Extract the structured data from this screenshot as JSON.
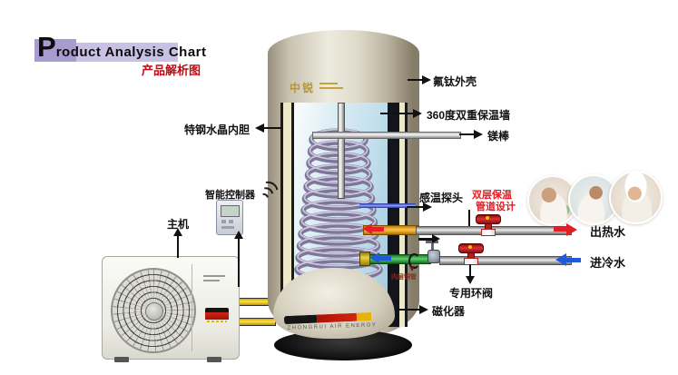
{
  "title": {
    "lead": "P",
    "rest": "roduct Analysis Chart",
    "subtitle": "产品解析图"
  },
  "tank": {
    "brand": "中锐",
    "base_caption": "ZHONGRUI AIR ENERGY"
  },
  "labels": {
    "shell": "氟钛外壳",
    "insulation_wall": "360度双重保温墙",
    "magnesium_rod": "镁棒",
    "inner_tank": "特钢水晶内胆",
    "smart_controller": "智能控制器",
    "main_unit": "主机",
    "temp_probe": "感温探头",
    "pipe_design_line1": "双层保温",
    "pipe_design_line2": "管道设计",
    "hot_water_out": "出热水",
    "cold_water_in": "进冷水",
    "loop_valve": "专用环阀",
    "magnetizer": "磁化器",
    "inner_pipe_note": "内层铜管"
  },
  "colors": {
    "subtitle_red": "#c40a12",
    "arrow_red": "#e31e24",
    "arrow_blue": "#1f5bd8",
    "pipe_hot": "#f7a800",
    "pipe_cold": "#3bb44a",
    "valve_red": "#b01818",
    "accent_lavender": "#b2a6d4"
  }
}
